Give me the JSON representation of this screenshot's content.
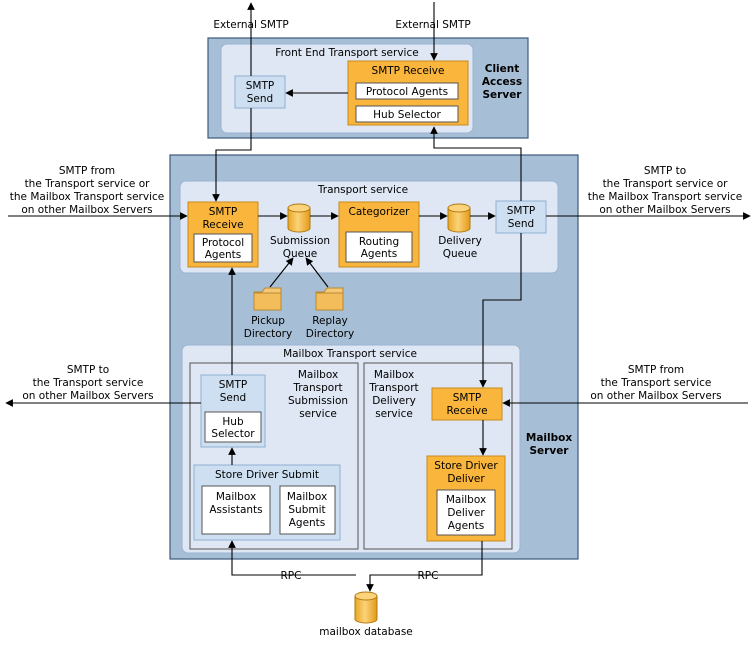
{
  "colors": {
    "server_fill": "#a7bfd6",
    "server_stroke": "#3c5a7a",
    "service_fill": "#dfe7f4",
    "service_stroke": "#9ab3d2",
    "orange_fill": "#f9b53c",
    "orange_stroke": "#c88a1a",
    "blue_box_fill": "#cddff1",
    "blue_box_stroke": "#8fb0d4",
    "white": "#ffffff"
  },
  "labels": {
    "external_smtp_left": "External SMTP",
    "external_smtp_right": "External SMTP",
    "fets_title": "Front End Transport service",
    "cas_line1": "Client",
    "cas_line2": "Access",
    "cas_line3": "Server",
    "fets_smtp_send_l1": "SMTP",
    "fets_smtp_send_l2": "Send",
    "fets_smtp_receive": "SMTP Receive",
    "fets_protocol_agents": "Protocol Agents",
    "fets_hub_selector": "Hub Selector",
    "in_left_l1": "SMTP from",
    "in_left_l2": "the Transport service or",
    "in_left_l3": "the Mailbox Transport service",
    "in_left_l4": "on other Mailbox Servers",
    "out_right_l1": "SMTP to",
    "out_right_l2": "the Transport service or",
    "out_right_l3": "the Mailbox Transport service",
    "out_right_l4": "on other Mailbox Servers",
    "ts_title": "Transport service",
    "ts_smtp_receive_l1": "SMTP",
    "ts_smtp_receive_l2": "Receive",
    "ts_protocol_agents_l1": "Protocol",
    "ts_protocol_agents_l2": "Agents",
    "submission_queue_l1": "Submission",
    "submission_queue_l2": "Queue",
    "categorizer": "Categorizer",
    "routing_agents_l1": "Routing",
    "routing_agents_l2": "Agents",
    "delivery_queue_l1": "Delivery",
    "delivery_queue_l2": "Queue",
    "ts_smtp_send_l1": "SMTP",
    "ts_smtp_send_l2": "Send",
    "pickup_l1": "Pickup",
    "pickup_l2": "Directory",
    "replay_l1": "Replay",
    "replay_l2": "Directory",
    "mts_title": "Mailbox Transport service",
    "mbx_server_l1": "Mailbox",
    "mbx_server_l2": "Server",
    "out_left_l1": "SMTP to",
    "out_left_l2": "the Transport service",
    "out_left_l3": "on other Mailbox Servers",
    "in_right_l1": "SMTP from",
    "in_right_l2": "the Transport service",
    "in_right_l3": "on other Mailbox Servers",
    "sub_svc_l1": "Mailbox",
    "sub_svc_l2": "Transport",
    "sub_svc_l3": "Submission",
    "sub_svc_l4": "service",
    "del_svc_l1": "Mailbox",
    "del_svc_l2": "Transport",
    "del_svc_l3": "Delivery",
    "del_svc_l4": "service",
    "mts_smtp_send_l1": "SMTP",
    "mts_smtp_send_l2": "Send",
    "mts_hub_selector_l1": "Hub",
    "mts_hub_selector_l2": "Selector",
    "mts_smtp_receive_l1": "SMTP",
    "mts_smtp_receive_l2": "Receive",
    "store_driver_submit": "Store Driver Submit",
    "mailbox_assistants_l1": "Mailbox",
    "mailbox_assistants_l2": "Assistants",
    "mailbox_submit_agents_l1": "Mailbox",
    "mailbox_submit_agents_l2": "Submit",
    "mailbox_submit_agents_l3": "Agents",
    "store_driver_deliver_l1": "Store Driver",
    "store_driver_deliver_l2": "Deliver",
    "mailbox_deliver_agents_l1": "Mailbox",
    "mailbox_deliver_agents_l2": "Deliver",
    "mailbox_deliver_agents_l3": "Agents",
    "rpc_left": "RPC",
    "rpc_right": "RPC",
    "mailbox_database": "mailbox database"
  }
}
